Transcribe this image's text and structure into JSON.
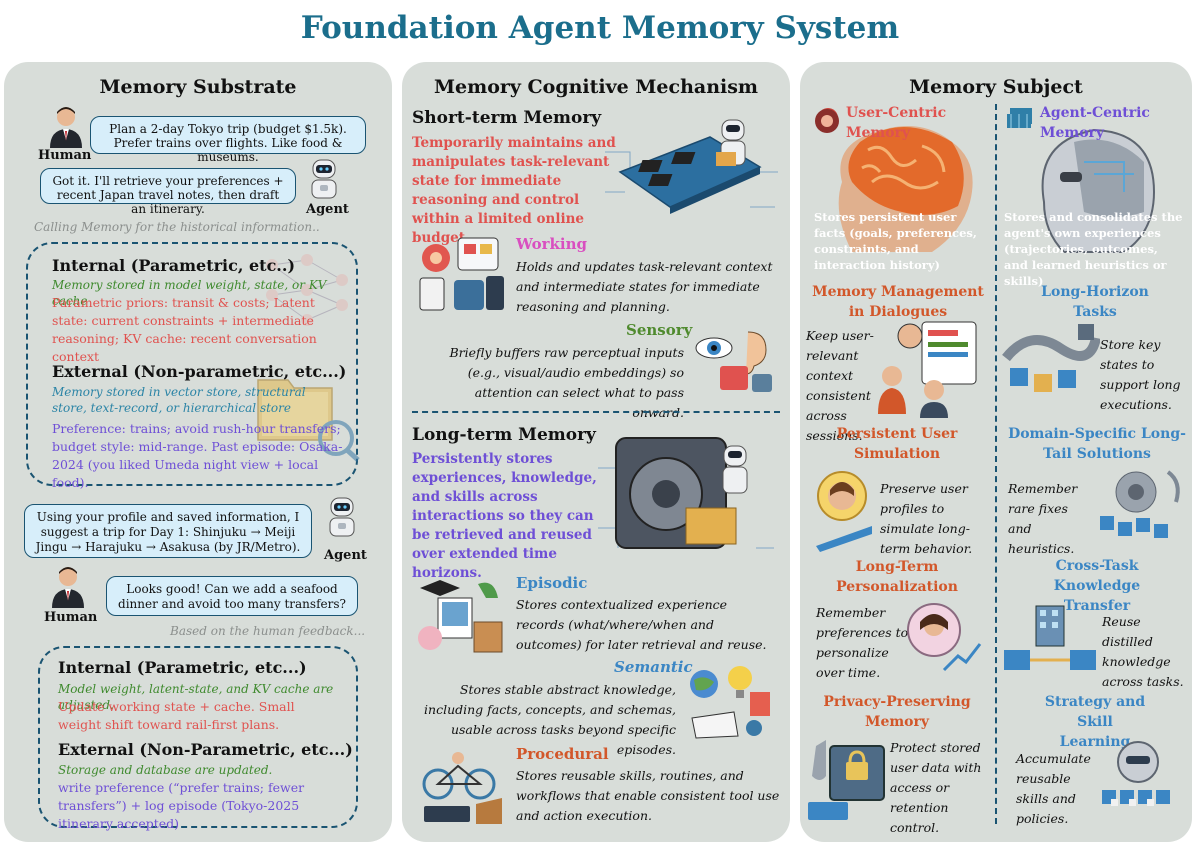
{
  "title": "Foundation Agent Memory System",
  "substrate": {
    "heading": "Memory Substrate",
    "human_label": "Human",
    "agent_label": "Agent",
    "msg_human_1": "Plan a 2-day Tokyo trip (budget $1.5k). Prefer trains over flights. Like food & museums.",
    "msg_agent_1": "Got it. I'll retrieve your preferences + recent Japan travel notes, then draft an itinerary.",
    "calling_note": "Calling Memory for the historical information..",
    "box1": {
      "internal_head": "Internal (Parametric, etc..)",
      "internal_sub": "Memory stored in model weight, state, or KV cache",
      "internal_body": "Parametric priors: transit & costs; Latent state: current constraints + intermediate reasoning; KV cache: recent conversation context",
      "external_head": "External (Non-parametric, etc...)",
      "external_sub": "Memory stored in vector store, structural store, text-record, or hierarchical store",
      "external_body": "Preference: trains; avoid rush-hour transfers; budget style: mid-range. Past episode: Osaka-2024 (you liked Umeda night view + local food)."
    },
    "msg_agent_2": "Using your profile and saved information, I suggest a trip for Day 1: Shinjuku → Meiji Jingu → Harajuku → Asakusa (by JR/Metro).",
    "msg_human_2": "Looks good! Can we add a seafood dinner and avoid too many transfers?",
    "feedback_note": "Based on the human feedback...",
    "box2": {
      "internal_head": "Internal (Parametric, etc...)",
      "internal_sub": "Model weight, latent-state, and KV cache are adjusted.",
      "internal_body": "Update working state + cache. Small weight shift toward rail-first plans.",
      "external_head": "External  (Non-Parametric, etc...)",
      "external_sub": "Storage and database are updated.",
      "external_body": "write preference (“prefer trains; fewer transfers”) + log episode (Tokyo-2025 itinerary accepted)"
    }
  },
  "mechanism": {
    "heading": "Memory Cognitive Mechanism",
    "short_term": {
      "head": "Short-term Memory",
      "desc": "Temporarily maintains and manipulates task-relevant state for immediate reasoning and control within a limited online budget.",
      "working_head": "Working",
      "working_desc": "Holds and updates task-relevant context and intermediate states for immediate reasoning and planning.",
      "sensory_head": "Sensory",
      "sensory_desc": "Briefly buffers raw perceptual inputs (e.g., visual/audio embeddings) so attention can select what to pass onward."
    },
    "long_term": {
      "head": "Long-term Memory",
      "desc": "Persistently stores experiences, knowledge, and skills across interactions so they can be retrieved and reused over extended time horizons.",
      "episodic_head": "Episodic",
      "episodic_desc": "Stores contextualized experience records (what/where/when and outcomes) for later retrieval and reuse.",
      "semantic_head": "Semantic",
      "semantic_desc": "Stores stable abstract knowledge, including facts, concepts, and schemas, usable across tasks beyond specific episodes.",
      "procedural_head": "Procedural",
      "procedural_desc": "Stores reusable skills, routines, and workflows that enable consistent tool use and action execution."
    }
  },
  "subject": {
    "heading": "Memory Subject",
    "user_head": "User-Centric Memory",
    "user_desc": "Stores persistent user facts (goals, preferences, constraints, and interaction history)",
    "agent_head": "Agent-Centric Memory",
    "agent_desc": "Stores and consolidates the agent's own experiences (trajectories, outcomes, and learned heuristics or skills)",
    "user_items": [
      {
        "head": "Memory Management in Dialogues",
        "desc": "Keep user-relevant context consistent across sessions."
      },
      {
        "head": "Persistent User Simulation",
        "desc": "Preserve user profiles to simulate long-term behavior."
      },
      {
        "head": "Long-Term Personalization",
        "desc": "Remember preferences to personalize over time."
      },
      {
        "head": "Privacy-Preserving Memory",
        "desc": "Protect stored user data with access or retention control."
      }
    ],
    "agent_items": [
      {
        "head": "Long-Horizon Tasks",
        "desc": "Store key states to support long executions."
      },
      {
        "head": "Domain-Specific Long-Tail Solutions",
        "desc": "Remember rare fixes and heuristics."
      },
      {
        "head": "Cross-Task Knowledge Transfer",
        "desc": "Reuse distilled knowledge across tasks."
      },
      {
        "head": "Strategy and Skill Learning",
        "desc": "Accumulate reusable skills and policies."
      }
    ]
  },
  "colors": {
    "title": "#1b6e8c",
    "panel_bg": "#d8ddd9",
    "red": "#e0524f",
    "purple": "#6e4fd6",
    "pink": "#d94fc0",
    "green": "#4f8a2e",
    "orange": "#d2572a",
    "blue": "#3b86c4",
    "dash": "#1a5472"
  }
}
